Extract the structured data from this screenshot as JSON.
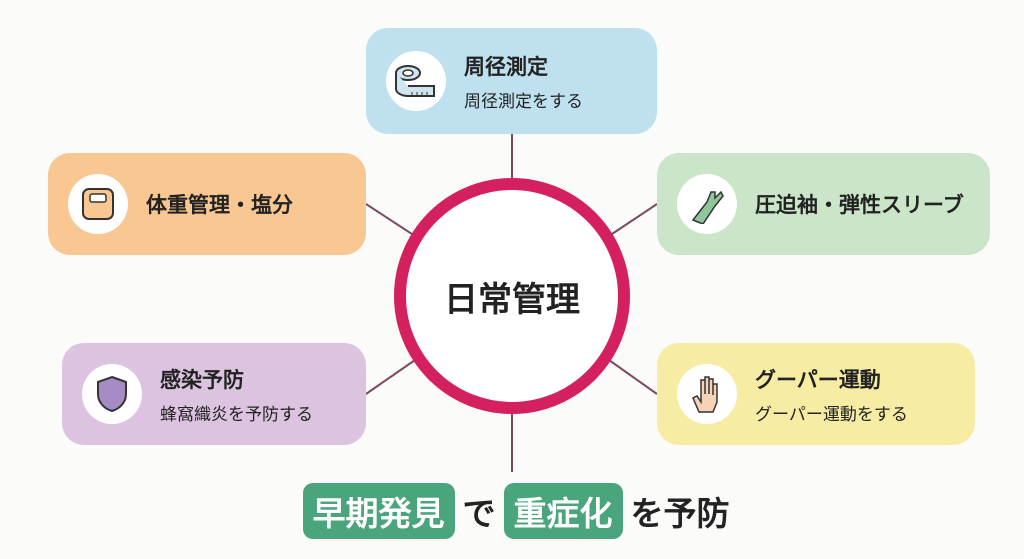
{
  "center": {
    "label": "日常管理"
  },
  "nodes": [
    {
      "title": "周径測定",
      "subtitle": "周径測定をする",
      "icon": "measuring-tape-icon",
      "color": "#bfe1ef"
    },
    {
      "title": "体重管理・塩分",
      "icon": "scale-icon",
      "color": "#f8c792"
    },
    {
      "title": "圧迫袖・弾性スリーブ",
      "icon": "compression-sleeve-icon",
      "color": "#cbe5c9"
    },
    {
      "title": "感染予防",
      "subtitle": "蜂窩織炎を予防する",
      "icon": "shield-icon",
      "color": "#dcc3df"
    },
    {
      "title": "グーパー運動",
      "subtitle": "グーパー運動をする",
      "icon": "hand-icon",
      "color": "#f6eca3"
    }
  ],
  "footer": {
    "pill1": "早期発見",
    "text1": "で",
    "pill2": "重症化",
    "text2": "を予防"
  },
  "colors": {
    "ring": "#d5205f",
    "line": "#7a4b5e",
    "pill": "#4aa57c"
  }
}
